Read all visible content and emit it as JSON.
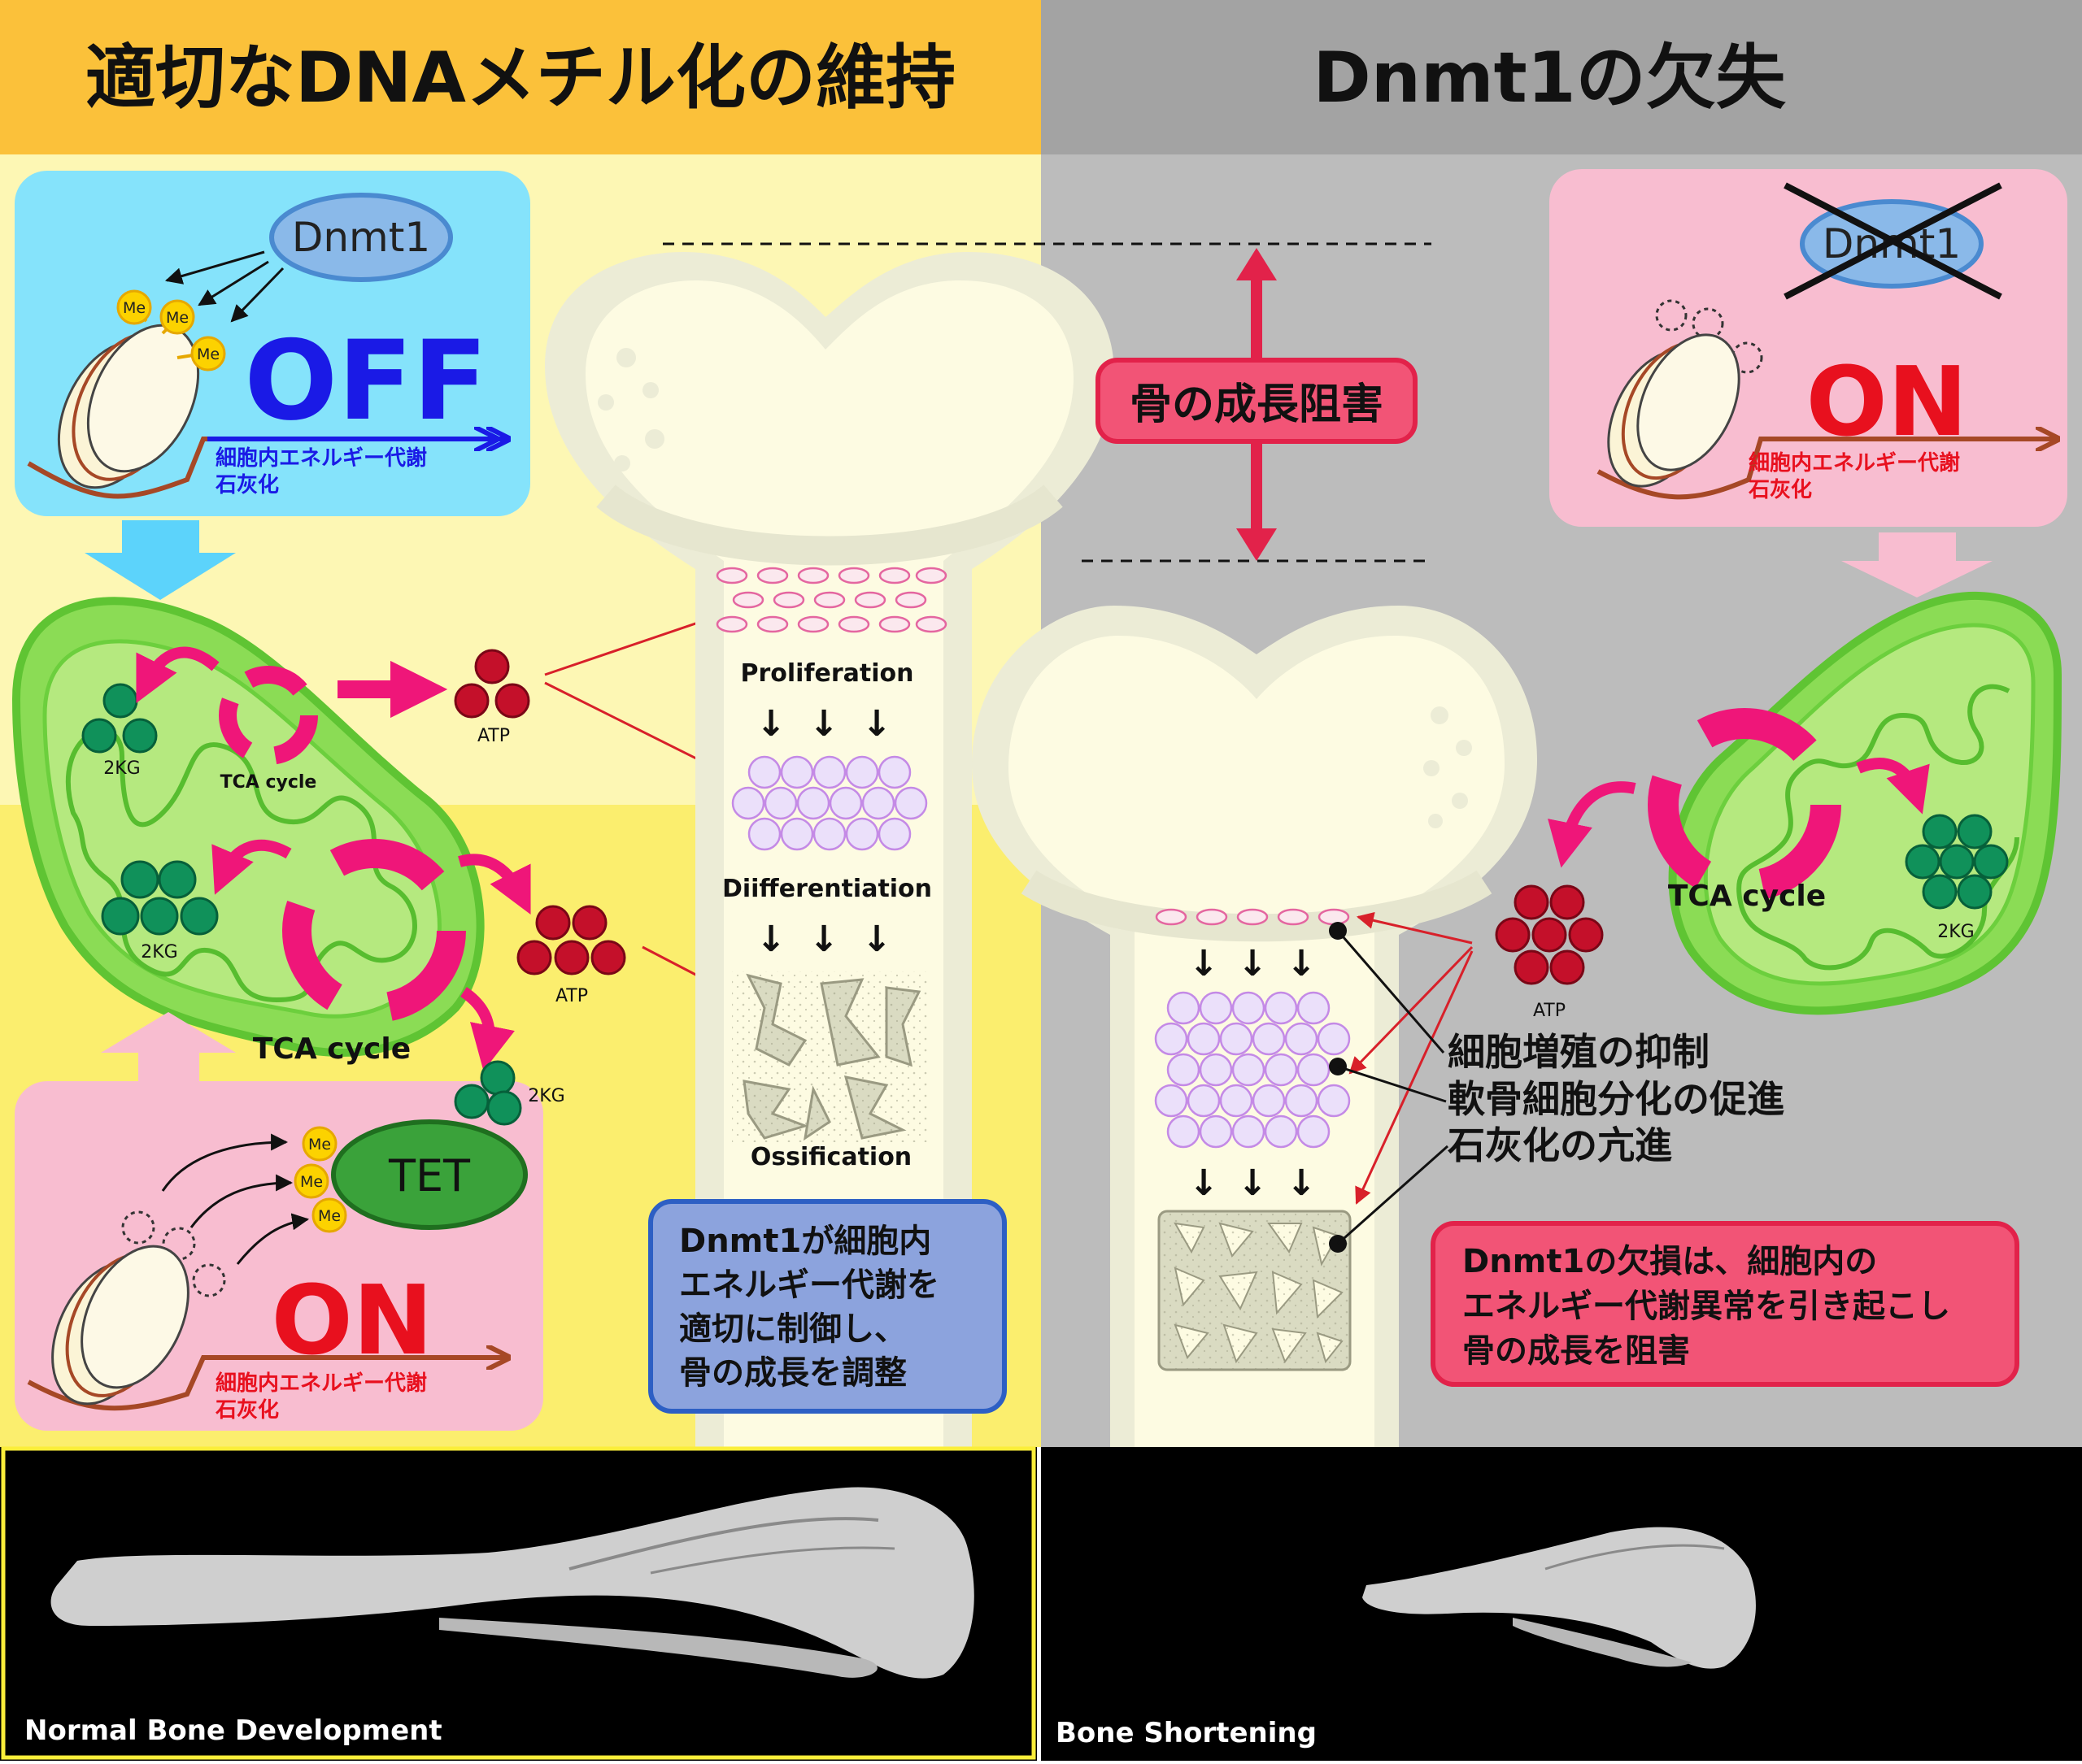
{
  "left": {
    "title": "適切なDNAメチル化の維持",
    "top_box": {
      "enzyme": "Dnmt1",
      "methyl": "Me",
      "state": "OFF",
      "gene_line1": "細胞内エネルギー代謝",
      "gene_line2": "石灰化"
    },
    "upper_mito": {
      "tca_label": "TCA cycle",
      "kg_label": "2KG",
      "atp_label": "ATP"
    },
    "lower_mito": {
      "tca_label": "TCA cycle",
      "kg_label": "2KG",
      "atp_label": "ATP",
      "kg2_label": "2KG"
    },
    "tet_box": {
      "enzyme": "TET",
      "methyl": "Me",
      "state": "ON",
      "gene_line1": "細胞内エネルギー代謝",
      "gene_line2": "石灰化"
    },
    "bone_labels": [
      "Proliferation",
      "Diifferentiation",
      "Ossification"
    ],
    "summary_lines": [
      "Dnmt1が細胞内",
      "エネルギー代謝を",
      "適切に制御し、",
      "骨の成長を調整"
    ],
    "scan_caption": "Normal Bone Development"
  },
  "right": {
    "title": "Dnmt1の欠失",
    "growth_label": "骨の成長阻害",
    "top_box": {
      "enzyme": "Dnmt1",
      "state": "ON",
      "gene_line1": "細胞内エネルギー代謝",
      "gene_line2": "石灰化"
    },
    "mito": {
      "tca_label": "TCA cycle",
      "kg_label": "2KG",
      "atp_label": "ATP"
    },
    "effects": [
      "細胞増殖の抑制",
      "軟骨細胞分化の促進",
      "石灰化の亢進"
    ],
    "summary_lines": [
      "Dnmt1の欠損は、細胞内の",
      "エネルギー代謝異常を引き起こし",
      "骨の成長を阻害"
    ],
    "scan_caption": "Bone Shortening"
  },
  "colors": {
    "left_header": "#fbc13a",
    "right_header": "#a3a3a3",
    "left_bg_upper": "#fdf7b4",
    "left_bg_lower": "#fbee6e",
    "right_bg": "#bcbcbc",
    "off_blue": "#1a1ae6",
    "on_red": "#e8101e",
    "accent_pink": "#ef1679",
    "atp_red": "#c4102a",
    "kg_green": "#10915a",
    "mito_green": "#7bd94a"
  }
}
